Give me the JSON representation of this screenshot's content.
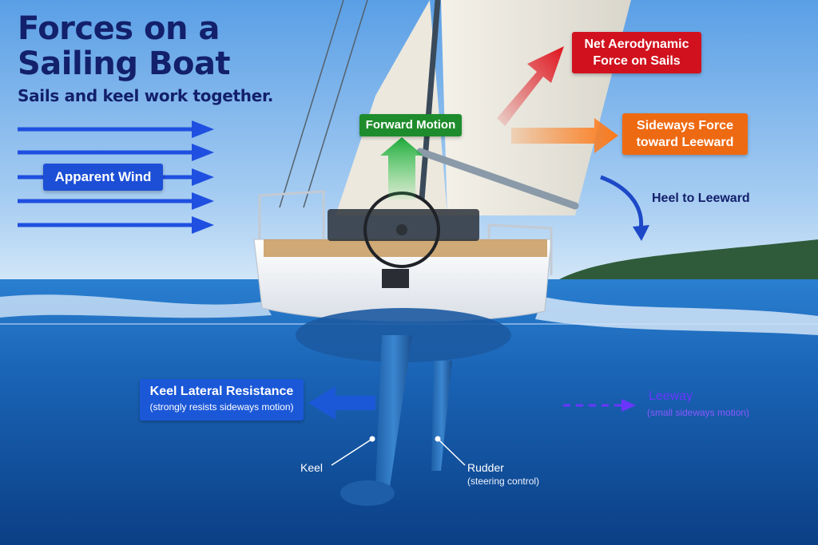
{
  "title_line1": "Forces on a",
  "title_line2": "Sailing Boat",
  "subtitle": "Sails and keel work together.",
  "labels": {
    "apparent_wind": "Apparent Wind",
    "forward_motion": "Forward Motion",
    "net_force_line1": "Net Aerodynamic",
    "net_force_line2": "Force on Sails",
    "sideways_line1": "Sideways Force",
    "sideways_line2": "toward Leeward",
    "heel": "Heel to Leeward",
    "keel_resistance": "Keel Lateral Resistance",
    "keel_resistance_note": "(strongly resists sideways motion)",
    "leeway": "Leeway",
    "leeway_note": "(small sideways motion)",
    "keel": "Keel",
    "rudder": "Rudder",
    "rudder_note": "(steering control)"
  },
  "colors": {
    "title": "#13206b",
    "wind_arrow": "#1f4fe0",
    "forward": "#1e8c2c",
    "net_force": "#d1121e",
    "sideways": "#ee6a12",
    "keel_resistance": "#1b58d8",
    "leeway": "#6a36ff",
    "sky": "#7fb8ec",
    "sea": "#1a64b6"
  }
}
